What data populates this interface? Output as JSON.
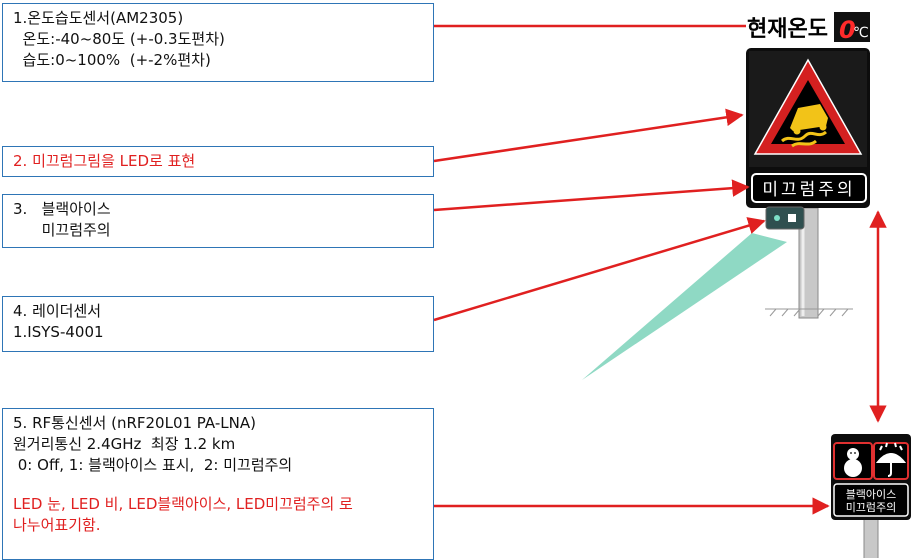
{
  "boxes": {
    "sensor": {
      "title": "1.온도습도센서(AM2305)",
      "temp": "  온도:-40~80도 (+-0.3도편차)",
      "humidity": "  습도:0~100%  (+-2%편차)"
    },
    "led_picture": {
      "text": "2. 미끄럼그림을 LED로 표현"
    },
    "display": {
      "line1": "3.   블랙아이스",
      "line2": "      미끄럼주의"
    },
    "radar": {
      "line1": "4. 레이더센서",
      "line2": "1.ISYS-4001"
    },
    "rf": {
      "line1": "5. RF통신센서 (nRF20L01 PA-LNA)",
      "line2": "원거리통신 2.4GHz  최장 1.2 km",
      "line3": " 0: Off, 1: 블랙아이스 표시,  2: 미끄럼주의",
      "note1": "LED 눈, LED 비, LED블랙아이스, LED미끄럼주의 로",
      "note2": "나누어표기함."
    }
  },
  "sign": {
    "temp_label": "현재온도",
    "temp_value": "0",
    "temp_unit": "℃",
    "warning_text": "미끄럼주의"
  },
  "small_sign": {
    "line1": "블랙아이스",
    "line2": "미끄럼주의"
  },
  "colors": {
    "box_border": "#2e75b6",
    "arrow": "#e02020",
    "radar_beam": "#8fd9c4",
    "sign_bg": "#0d0d0d",
    "triangle": "#d42020",
    "led_value": "#ff2a2a"
  }
}
